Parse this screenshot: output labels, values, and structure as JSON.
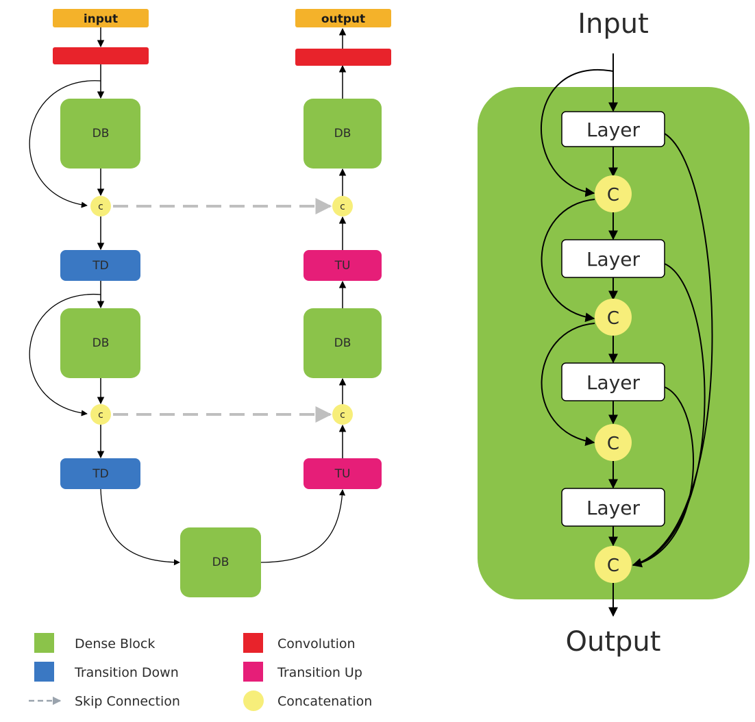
{
  "left_diagram": {
    "input_label": "input",
    "output_label": "output",
    "dense_block": "DB",
    "transition_down": "TD",
    "transition_up": "TU",
    "concat": "c"
  },
  "right_diagram": {
    "input_label": "Input",
    "output_label": "Output",
    "layer": "Layer",
    "concat": "C"
  },
  "legend": {
    "items": [
      {
        "label": "Dense Block",
        "color": "#8bc34a"
      },
      {
        "label": "Convolution",
        "color": "#e8232b"
      },
      {
        "label": "Transition Down",
        "color": "#3a78c3"
      },
      {
        "label": "Transition Up",
        "color": "#e61e78"
      },
      {
        "label": "Skip Connection",
        "color": "#9aa3ad"
      },
      {
        "label": "Concatenation",
        "color": "#f7ee7a"
      }
    ]
  },
  "colors": {
    "dense_block": "#8bc34a",
    "convolution": "#e8232b",
    "transition_down": "#3a78c3",
    "transition_up": "#e61e78",
    "io_box": "#f4b22a",
    "concat": "#f7ee7a",
    "skip": "#bfbfbf"
  }
}
